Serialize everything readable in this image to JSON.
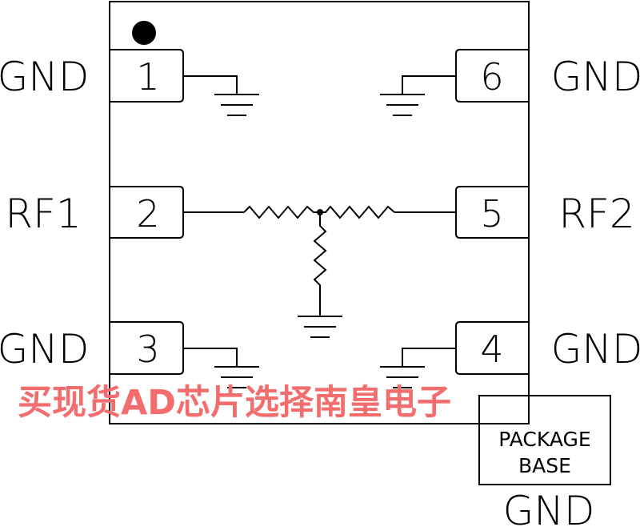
{
  "pins": {
    "p1": {
      "number": "1",
      "label": "GND"
    },
    "p2": {
      "number": "2",
      "label": "RF1"
    },
    "p3": {
      "number": "3",
      "label": "GND"
    },
    "p4": {
      "number": "4",
      "label": "GND"
    },
    "p5": {
      "number": "5",
      "label": "RF2"
    },
    "p6": {
      "number": "6",
      "label": "GND"
    }
  },
  "package_base": {
    "line1": "PACKAGE",
    "line2": "BASE",
    "label": "GND"
  },
  "watermark": "买现货AD芯片选择南皇电子",
  "colors": {
    "line": "#000000",
    "watermark": "#f26d6d"
  }
}
